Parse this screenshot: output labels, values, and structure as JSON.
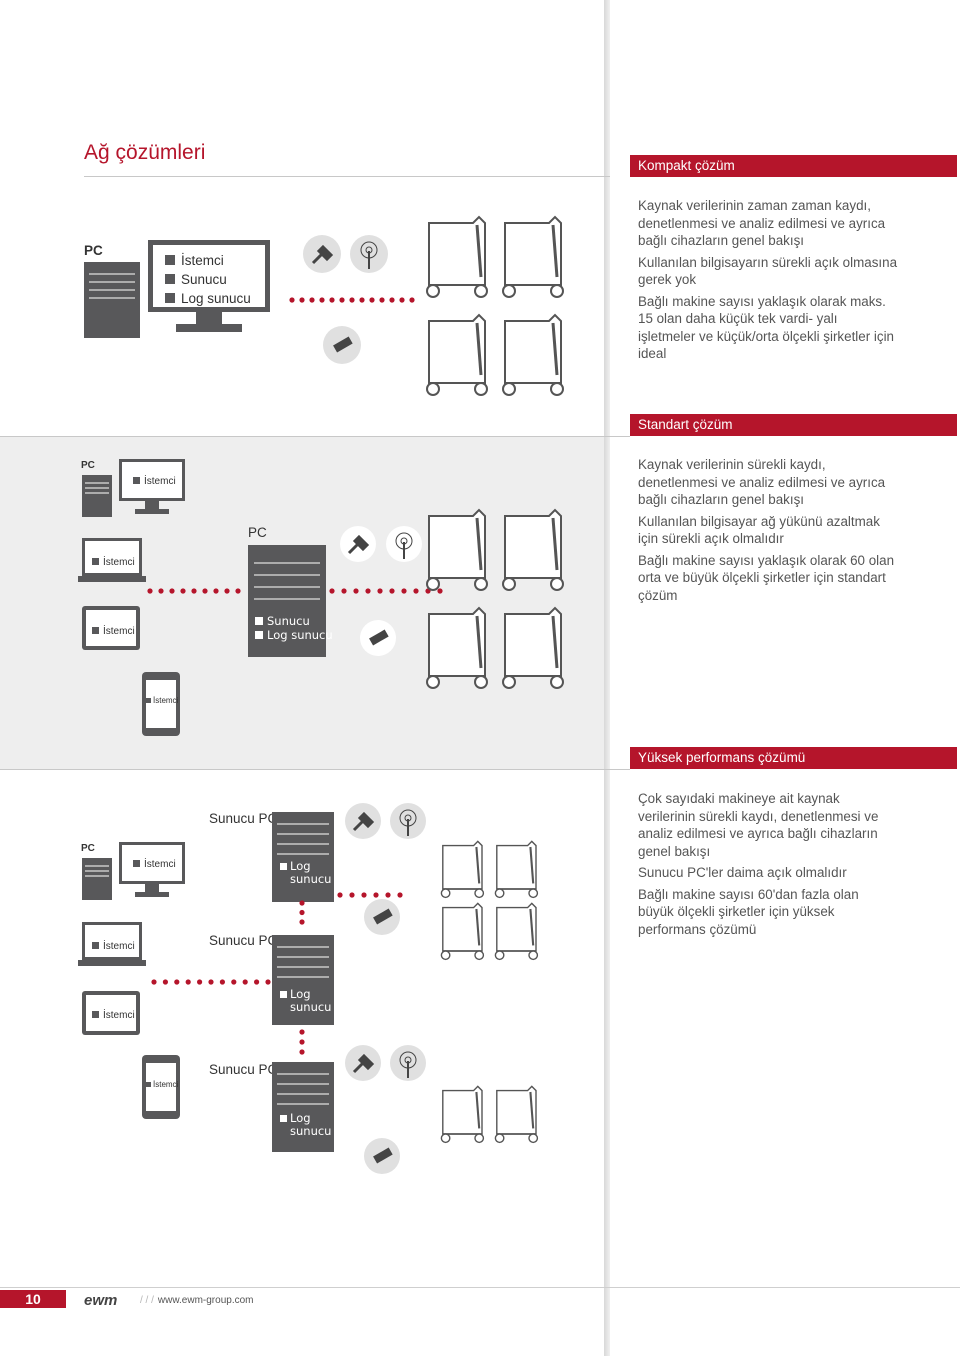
{
  "page_title": "Ağ çözümleri",
  "sections": {
    "compact": {
      "header": "Kompakt çözüm",
      "paragraphs": [
        "Kaynak verilerinin zaman zaman kaydı, denetlenmesi ve analiz edilmesi ve ayrıca bağlı cihazların genel bakışı",
        "Kullanılan bilgisayarın sürekli açık olmasına gerek yok",
        "Bağlı makine sayısı yaklaşık olarak maks. 15 olan daha küçük tek vardi- yalı işletmeler ve küçük/orta ölçekli şirketler için ideal"
      ],
      "pc_label": "PC",
      "roles": [
        "İstemci",
        "Sunucu",
        "Log sunucu"
      ]
    },
    "standard": {
      "header": "Standart çözüm",
      "paragraphs": [
        "Kaynak verilerinin sürekli kaydı, denetlenmesi ve analiz edilmesi ve ayrıca bağlı cihazların genel bakışı",
        "Kullanılan bilgisayar ağ yükünü azaltmak için sürekli açık olmalıdır",
        "Bağlı makine sayısı yaklaşık olarak 60 olan orta ve büyük ölçekli şirketler için standart çözüm"
      ],
      "pc_label": "PC",
      "client_label": "İstemci",
      "server_pc_label": "PC",
      "server_roles": [
        "Sunucu",
        "Log sunucu"
      ]
    },
    "high": {
      "header": "Yüksek performans çözümü",
      "paragraphs": [
        "Çok sayıdaki makineye ait kaynak verilerinin sürekli kaydı, denetlenmesi ve analiz edilmesi ve ayrıca bağlı cihazların genel bakışı",
        "Sunucu PC'ler daima açık olmalıdır",
        "Bağlı makine sayısı 60'dan fazla olan büyük ölçekli şirketler için yüksek performans çözümü"
      ],
      "pc_label": "PC",
      "client_label": "İstemci",
      "server_pc_label": "Sunucu PC",
      "log_label_1": "Log",
      "log_label_2": "sunucu"
    }
  },
  "footer": {
    "page_number": "10",
    "logo": "ewm",
    "separator": "/ / /",
    "url": "www.ewm-group.com"
  },
  "colors": {
    "accent": "#b5152b",
    "device": "#58585a",
    "band": "#eeeeee"
  }
}
